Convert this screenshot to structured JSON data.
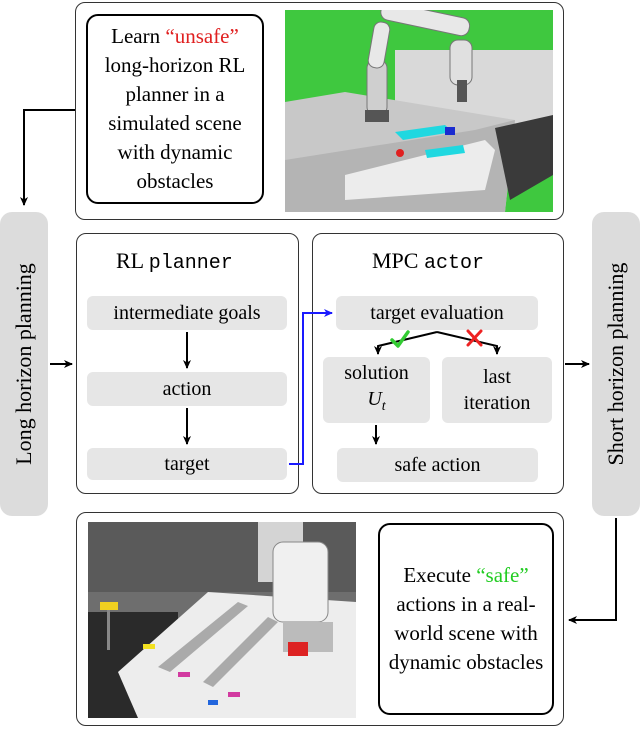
{
  "top_panel": {
    "text_prefix": "Learn ",
    "highlight": "“unsafe”",
    "text_rest": "long-horizon RL planner in a simulated scene with dynamic obstacles",
    "highlight_color": "#e02020"
  },
  "bottom_panel": {
    "text_prefix": "Execute ",
    "highlight": "“safe”",
    "text_rest": "actions in a real-world scene with dynamic obstacles",
    "highlight_color": "#22cc22"
  },
  "left_side_label": "Long horizon planning",
  "right_side_label": "Short horizon planning",
  "rl_block": {
    "title_word": "RL",
    "title_mono": "planner",
    "steps": [
      "intermediate goals",
      "action",
      "target"
    ]
  },
  "mpc_block": {
    "title_word": "MPC",
    "title_mono": "actor",
    "target_evaluation": "target evaluation",
    "solution_line1": "solution",
    "solution_var": "U",
    "solution_sub": "t",
    "last_iteration_line1": "last",
    "last_iteration_line2": "iteration",
    "safe_action": "safe action"
  },
  "colors": {
    "blue_arrow": "#1a1aff",
    "check": "#33cc33",
    "cross": "#ee2222",
    "sim_background": "#3fc83f"
  }
}
